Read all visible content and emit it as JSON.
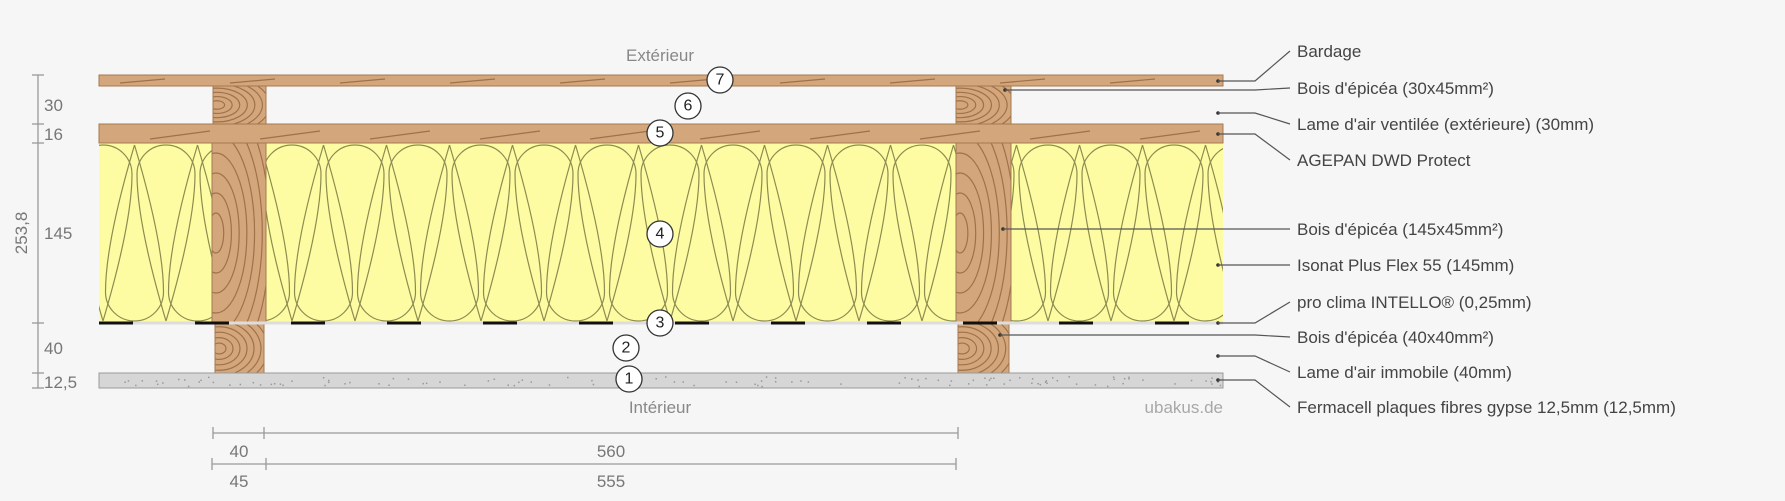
{
  "diagram": {
    "title_top": "Extérieur",
    "title_bottom": "Intérieur",
    "watermark": "ubakus.de",
    "layers": [
      {
        "number": "1",
        "label": "Fermacell plaques fibres gypse 12,5mm (12,5mm)"
      },
      {
        "number": "2",
        "label": "Lame d'air immobile (40mm)"
      },
      {
        "number": "3",
        "label": "pro clima INTELLO® (0,25mm)"
      },
      {
        "number": "4",
        "label": "Isonat Plus Flex 55 (145mm)"
      },
      {
        "number": "5",
        "label": "AGEPAN DWD Protect"
      },
      {
        "number": "6",
        "label": "Lame d'air ventilée (extérieure) (30mm)"
      },
      {
        "number": "7",
        "label": "Bardage"
      }
    ],
    "callouts": [
      "Bardage",
      "Bois d'épicéa (30x45mm²)",
      "Lame d'air ventilée (extérieure) (30mm)",
      "AGEPAN DWD Protect",
      "Bois d'épicéa (145x45mm²)",
      "Isonat Plus Flex 55 (145mm)",
      "pro clima INTELLO® (0,25mm)",
      "Bois d'épicéa (40x40mm²)",
      "Lame d'air immobile (40mm)",
      "Fermacell plaques fibres gypse 12,5mm (12,5mm)"
    ],
    "vertical_dims": {
      "total": "253,8",
      "parts": [
        "30",
        "16",
        "145",
        "40",
        "12,5"
      ]
    },
    "horizontal_dims": {
      "row1": [
        "40",
        "560"
      ],
      "row2": [
        "45",
        "555"
      ]
    },
    "colors": {
      "wood": "#d3a77b",
      "insulation": "#fdfca2",
      "gypsum": "#d6d6d6",
      "membrane": "#111111"
    }
  }
}
